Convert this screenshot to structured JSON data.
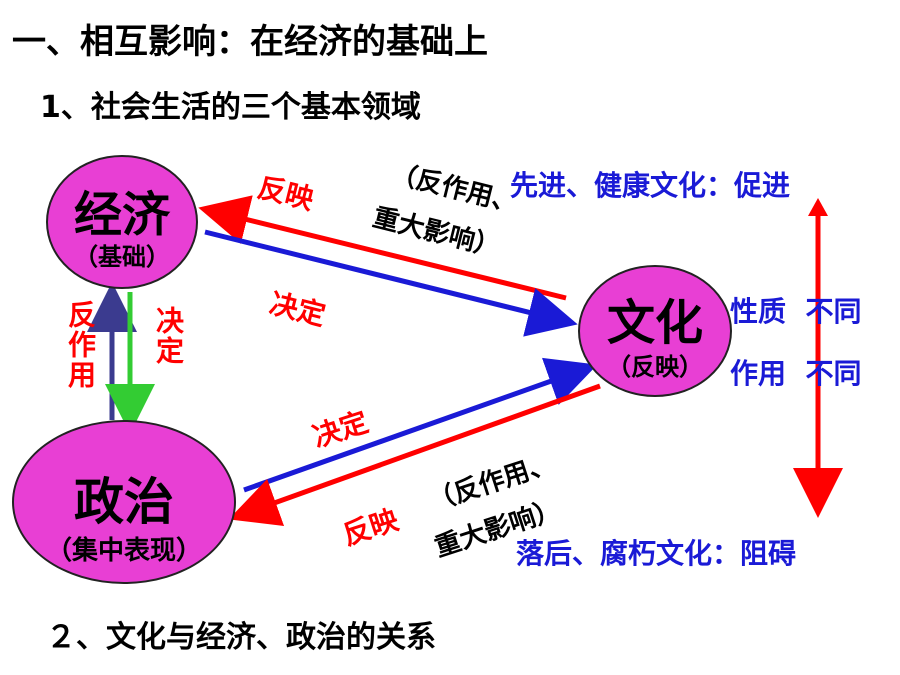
{
  "heading": "一、相互影响：在经济的基础上",
  "subheading": "1、社会生活的三个基本领域",
  "footer": "２、文化与经济、政治的关系",
  "nodes": {
    "economy": {
      "label": "经济",
      "note": "（基础）"
    },
    "politics": {
      "label": "政治",
      "note": "（集中表现）"
    },
    "culture": {
      "label": "文化",
      "note": "（反映）"
    }
  },
  "arrow_labels": {
    "econ_to_culture_reflect": "反映",
    "culture_to_econ_effect_l1": "（反作用、",
    "culture_to_econ_effect_l2": "重大影响）",
    "econ_decides_culture": "决定",
    "politics_reacts_econ": "反作用",
    "econ_decides_politics": "决定",
    "politics_decides_culture": "决定",
    "politics_reflect": "反映",
    "culture_to_politics_effect_l1": "（反作用、",
    "culture_to_politics_effect_l2": "重大影响）"
  },
  "right_side": {
    "advanced": "先进、健康文化：促进",
    "nature": "性质  不同",
    "role": "作用  不同",
    "backward": "落后、腐朽文化：阻碍"
  },
  "colors": {
    "circle": "#e83fd4",
    "red": "#ff0000",
    "blue": "#1a1ad6",
    "green": "#33cc33",
    "navy": "#3b3b8f"
  }
}
